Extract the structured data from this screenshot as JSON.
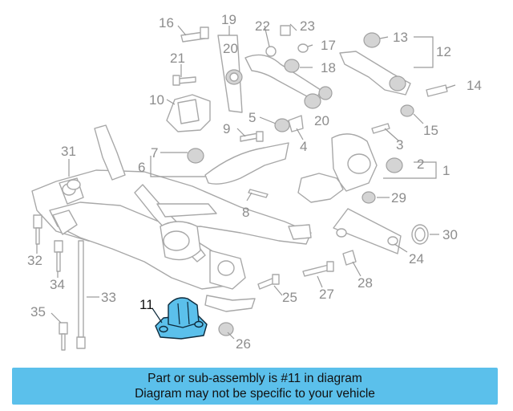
{
  "callouts": [
    {
      "id": "1",
      "label": "1"
    },
    {
      "id": "2",
      "label": "2"
    },
    {
      "id": "3",
      "label": "3"
    },
    {
      "id": "4",
      "label": "4"
    },
    {
      "id": "5",
      "label": "5"
    },
    {
      "id": "6",
      "label": "6"
    },
    {
      "id": "7",
      "label": "7"
    },
    {
      "id": "8",
      "label": "8"
    },
    {
      "id": "9",
      "label": "9"
    },
    {
      "id": "10",
      "label": "10"
    },
    {
      "id": "11",
      "label": "11"
    },
    {
      "id": "12",
      "label": "12"
    },
    {
      "id": "13",
      "label": "13"
    },
    {
      "id": "14",
      "label": "14"
    },
    {
      "id": "15",
      "label": "15"
    },
    {
      "id": "16",
      "label": "16"
    },
    {
      "id": "17",
      "label": "17"
    },
    {
      "id": "18",
      "label": "18"
    },
    {
      "id": "19",
      "label": "19"
    },
    {
      "id": "20a",
      "label": "20"
    },
    {
      "id": "20b",
      "label": "20"
    },
    {
      "id": "21",
      "label": "21"
    },
    {
      "id": "22",
      "label": "22"
    },
    {
      "id": "23",
      "label": "23"
    },
    {
      "id": "24",
      "label": "24"
    },
    {
      "id": "25",
      "label": "25"
    },
    {
      "id": "26",
      "label": "26"
    },
    {
      "id": "27",
      "label": "27"
    },
    {
      "id": "28",
      "label": "28"
    },
    {
      "id": "29",
      "label": "29"
    },
    {
      "id": "30",
      "label": "30"
    },
    {
      "id": "31",
      "label": "31"
    },
    {
      "id": "32",
      "label": "32"
    },
    {
      "id": "33",
      "label": "33"
    },
    {
      "id": "34",
      "label": "34"
    },
    {
      "id": "35",
      "label": "35"
    }
  ],
  "highlight": {
    "part_number": "11",
    "color": "#5bc0eb"
  },
  "banner": {
    "line1": "Part or sub-assembly is #11 in diagram",
    "line2": "Diagram may not be specific to your vehicle",
    "color": "#5bc0eb"
  }
}
